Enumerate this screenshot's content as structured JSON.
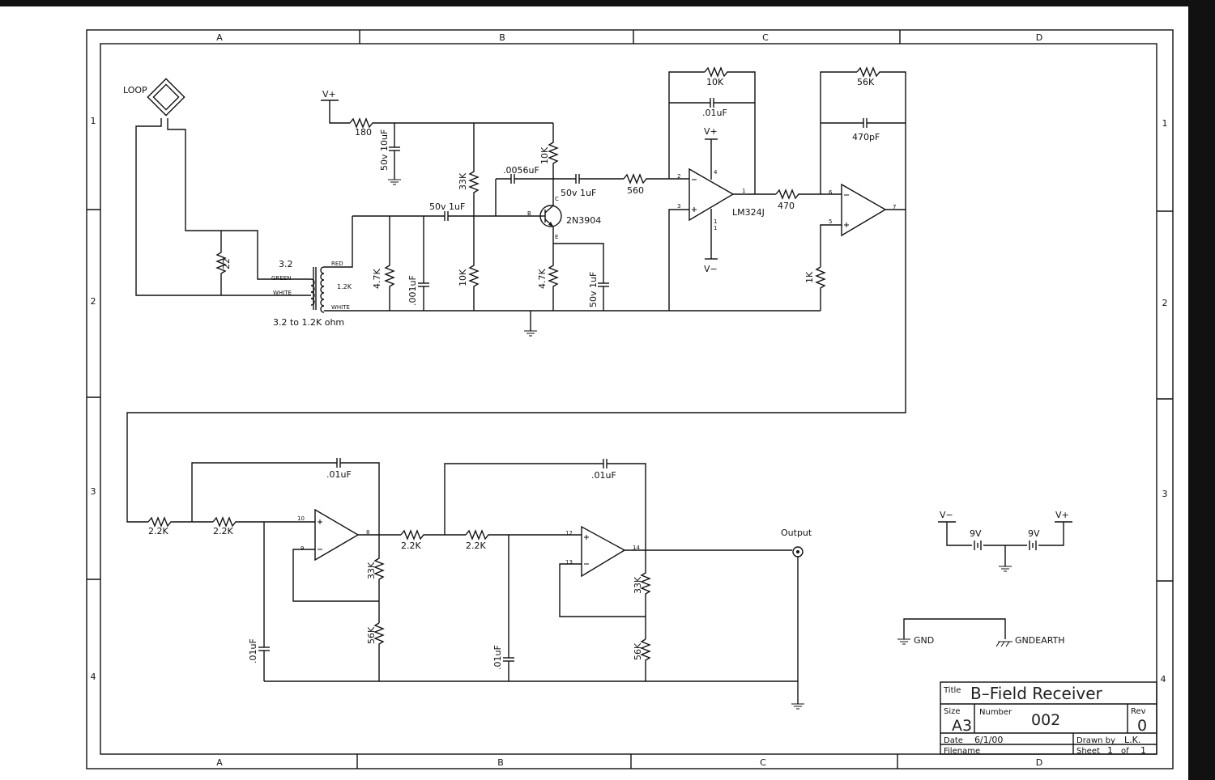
{
  "frame": {
    "columns": [
      "A",
      "B",
      "C",
      "D"
    ],
    "rows": [
      "1",
      "2",
      "3",
      "4"
    ]
  },
  "title_block": {
    "title_label": "Title",
    "title": "B–Field Receiver",
    "size_label": "Size",
    "size": "A3",
    "number_label": "Number",
    "number": "002",
    "rev_label": "Rev",
    "rev": "0",
    "date_label": "Date",
    "date": "6/1/00",
    "drawn_by_label": "Drawn by",
    "drawn_by": "L.K.",
    "filename_label": "Filename",
    "sheet_label": "Sheet",
    "sheet": "1",
    "of_label": "of",
    "sheets": "1"
  },
  "labels": {
    "loop": "LOOP",
    "r_loop": "22",
    "xfmr_primary": "3.2",
    "green": "GREEN",
    "white_primary": "WHITE",
    "red": "RED",
    "white_secondary": "WHITE",
    "xfmr_secondary": "1.2K",
    "xfmr_caption": "3.2 to 1.2K ohm",
    "vplus_supply": "V+",
    "r180": "180",
    "c_10uf": "50v 10uF",
    "r_4k7_in": "4.7K",
    "c_001uf": ".001uF",
    "c_in": "50v 1uF",
    "r33k_bias": "33K",
    "r10k_bias": "10K",
    "c_0056": ".0056uF",
    "r10k_c": "10K",
    "c_out": "50v 1uF",
    "q_b": "B",
    "q_c": "C",
    "q_e": "E",
    "q_part": "2N3904",
    "r_4k7_e": "4.7K",
    "c_e": "50v 1uF",
    "r560": "560",
    "u1_r10k": "10K",
    "u1_c01": ".01uF",
    "u1_vplus": "V+",
    "u1_vminus": "V−",
    "u1_part": "LM324J",
    "u1_pin2": "2",
    "u1_pin3": "3",
    "u1_pin4": "4",
    "u1_pin1": "1",
    "u1_pin11a": "1",
    "u1_pin11b": "1",
    "r470": "470",
    "u2_r56k": "56K",
    "u2_c470": "470pF",
    "u2_pin6": "6",
    "u2_pin5": "5",
    "u2_pin7": "7",
    "r1k": "1K",
    "f1_r1": "2.2K",
    "f1_r2": "2.2K",
    "f1_c_top": ".01uF",
    "f1_c_gnd": ".01uF",
    "f1_pin10": "10",
    "f1_pin9": "9",
    "f1_pin8": "8",
    "f1_r33k": "33K",
    "f1_r56k": "56K",
    "f2_r1": "2.2K",
    "f2_r2": "2.2K",
    "f2_c_top": ".01uF",
    "f2_c_gnd": ".01uF",
    "f2_pin12": "12",
    "f2_pin13": "13",
    "f2_pin14": "14",
    "f2_r33k": "33K",
    "f2_r56k": "56K",
    "output": "Output",
    "bat_vminus": "V−",
    "bat_vplus": "V+",
    "bat1": "9V",
    "bat2": "9V",
    "gnd": "GND",
    "gndearth": "GNDEARTH"
  },
  "icons": [
    "ground-symbol",
    "earth-ground-symbol",
    "resistor-zigzag",
    "capacitor-plates",
    "op-amp-triangle",
    "npn-transistor",
    "transformer-coils",
    "battery-cells",
    "loop-antenna"
  ]
}
